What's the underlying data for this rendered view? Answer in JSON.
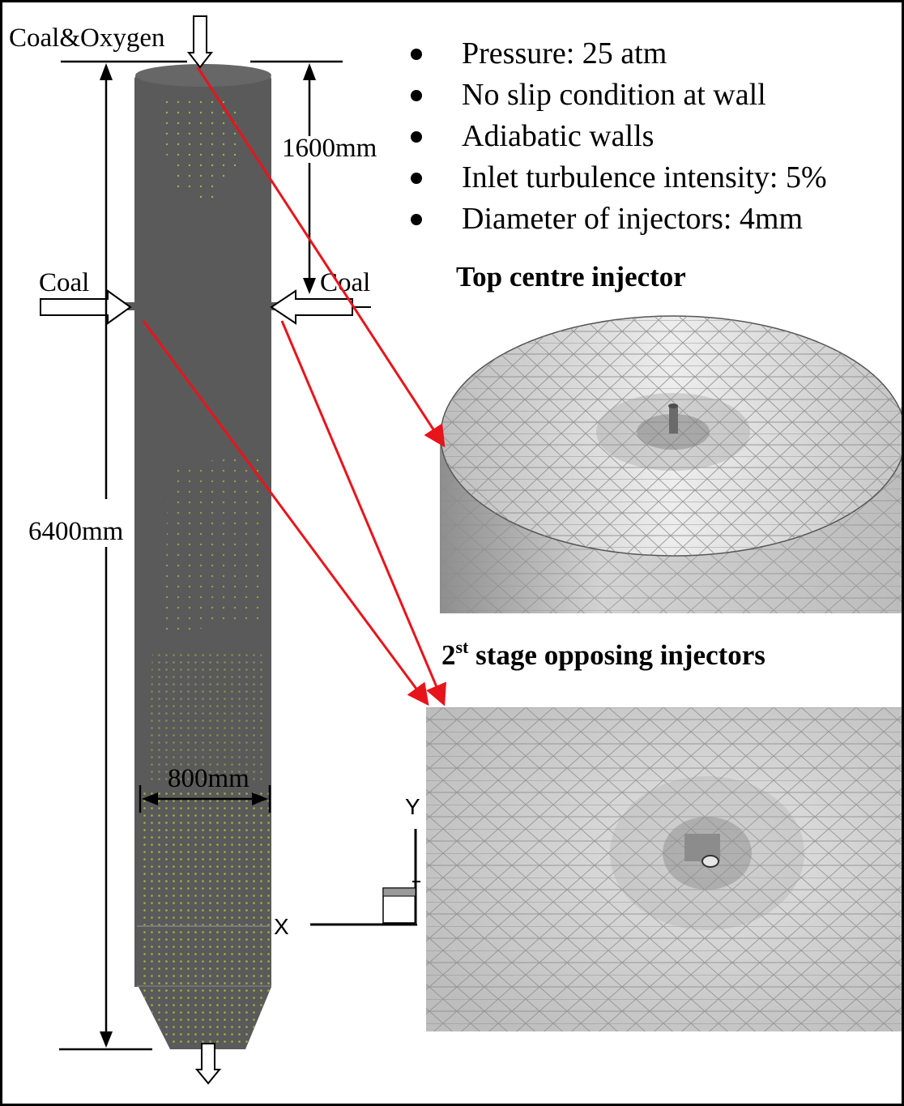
{
  "labels": {
    "inlet_top": "Coal&Oxygen",
    "inlet_left": "Coal",
    "inlet_right": "Coal",
    "dim_upper": "1600mm",
    "dim_total": "6400mm",
    "dim_diameter": "800mm",
    "axis_x": "X",
    "axis_y": "Y"
  },
  "conditions": [
    "Pressure: 25 atm",
    "No slip condition at wall",
    "Adiabatic walls",
    "Inlet turbulence intensity: 5%",
    "Diameter of injectors: 4mm"
  ],
  "captions": {
    "top_injector": "Top centre injector",
    "stage2_prefix": "2",
    "stage2_sup": "st",
    "stage2_rest": " stage opposing injectors"
  },
  "colors": {
    "body": "#5a5a5a",
    "mesh_dots": "#b8d13a",
    "arrow": "#e8141b",
    "mesh_fill": "#d7d7d7",
    "mesh_line": "#7d7d7d"
  }
}
